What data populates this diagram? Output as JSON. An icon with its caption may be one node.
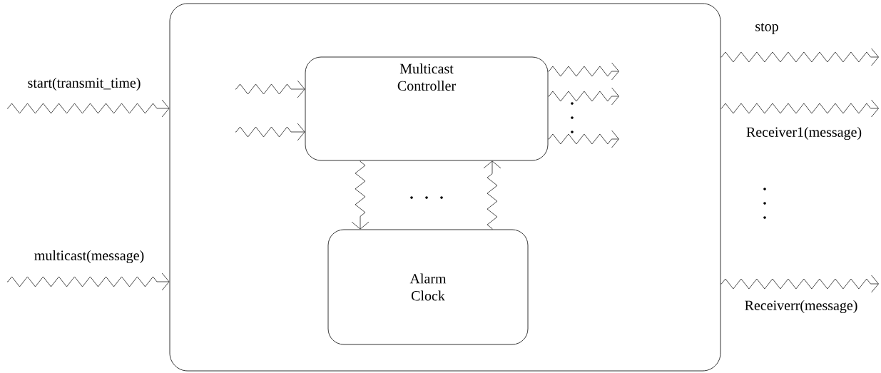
{
  "diagram": {
    "nodes": [
      {
        "text": [],
        "shape": "box"
      },
      {
        "text": [
          "Multicast Controller"
        ],
        "in": 0
      },
      {
        "text": [
          "Alarm Clock"
        ],
        "in": 0
      }
    ],
    "edges": [
      {
        "from": null,
        "to": 0,
        "arrow": "to",
        "label": "start(transmit_time)"
      },
      {
        "from": null,
        "to": 0,
        "arrow": "to",
        "label": "multicast(message)"
      },
      {
        "from": 0,
        "to": null,
        "arrow": "to",
        "label": "stop"
      },
      {
        "from": 0,
        "to": null,
        "arrow": "to",
        "label": "Receiver1(message)"
      },
      {
        "from": 0,
        "to": null,
        "arrow": "to",
        "label": "Receiverr(message)"
      },
      {
        "from": null,
        "to": 1,
        "arrow": "to"
      },
      {
        "from": null,
        "to": 1,
        "arrow": "to"
      },
      {
        "from": 1,
        "to": null,
        "arrow": "to"
      },
      {
        "from": 1,
        "to": null,
        "arrow": "to"
      },
      {
        "from": 1,
        "to": null,
        "arrow": "to"
      },
      {
        "from": 1,
        "to": 2,
        "arrow": "to"
      },
      {
        "from": 2,
        "to": 1,
        "arrow": "to"
      }
    ]
  }
}
